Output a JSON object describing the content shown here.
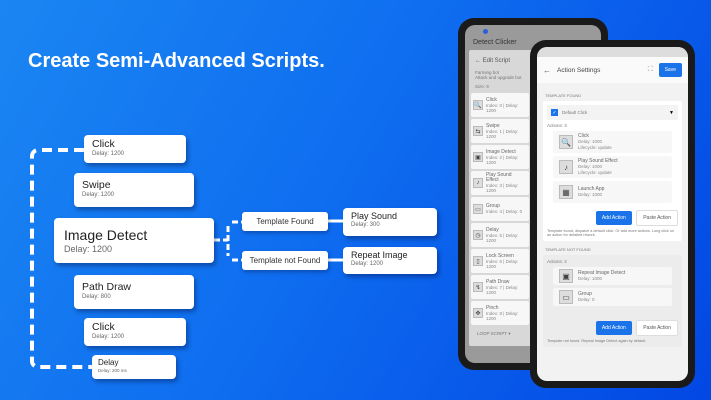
{
  "headline": "Create Semi-Advanced Scripts.",
  "flow": {
    "steps": [
      {
        "name": "Click",
        "delay": "Delay: 1200"
      },
      {
        "name": "Swipe",
        "delay": "Delay: 1200"
      },
      {
        "name": "Image Detect",
        "delay": "Delay: 1200"
      },
      {
        "name": "Path Draw",
        "delay": "Delay: 800"
      },
      {
        "name": "Click",
        "delay": "Delay: 1200"
      },
      {
        "name": "Delay",
        "delay": "Delay: 200 ms"
      }
    ],
    "branches": {
      "found": "Template Found",
      "not_found": "Template not Found"
    },
    "found_action": {
      "name": "Play Sound",
      "delay": "Delay: 300"
    },
    "not_found_action": {
      "name": "Repeat Image",
      "delay": "Delay: 1200"
    }
  },
  "back_phone": {
    "app_title": "Detect Clicker",
    "screen_title": "Edit Script",
    "script_name": "Farming bot",
    "script_desc": "Attack and upgrade bot",
    "size": "Size: 9",
    "items": [
      {
        "name": "Click",
        "meta": "Index: 0 | Delay: 1200",
        "icon": "🔍"
      },
      {
        "name": "Swipe",
        "meta": "Index: 1 | Delay: 1200",
        "icon": "⇆"
      },
      {
        "name": "Image Detect",
        "meta": "Index: 2 | Delay: 1200",
        "icon": "▣"
      },
      {
        "name": "Play Sound Effect",
        "meta": "Index: 3 | Delay: 1200",
        "icon": "♪"
      },
      {
        "name": "Group",
        "meta": "Index: 4 | Delay: 0",
        "icon": "▭"
      },
      {
        "name": "Delay",
        "meta": "Index: 5 | Delay: 1200",
        "icon": "◷"
      },
      {
        "name": "Lock Screen",
        "meta": "Index: 6 | Delay: 1200",
        "icon": "▯"
      },
      {
        "name": "Path Draw",
        "meta": "Index: 7 | Delay: 1200",
        "icon": "↯"
      },
      {
        "name": "Pinch",
        "meta": "Index: 8 | Delay: 1200",
        "icon": "✥"
      }
    ],
    "loop": "LOOP SCRIPT ▾"
  },
  "front_phone": {
    "title": "Action Settings",
    "save": "Save",
    "found_section": "TEMPLATE FOUND",
    "default_click": "Default Click",
    "found_actions_label": "Actions: 3",
    "found_actions": [
      {
        "name": "Click",
        "delay": "Delay: 1000",
        "extra": "Lifecycle: update",
        "icon": "🔍"
      },
      {
        "name": "Play Sound Effect",
        "delay": "Delay: 1000",
        "extra": "Lifecycle: update",
        "icon": "♪"
      },
      {
        "name": "Launch App",
        "delay": "Delay: 1000",
        "extra": "",
        "icon": "▦"
      }
    ],
    "add_action": "Add Action",
    "paste_action": "Paste Action",
    "found_note": "Template found, dispatch a default click. Or add more actions. Long click on an action for detailed rework.",
    "not_found_section": "TEMPLATE NOT FOUND",
    "not_found_actions_label": "Actions: 2",
    "not_found_actions": [
      {
        "name": "Repeat Image Detect",
        "delay": "Delay: 1000",
        "icon": "▣"
      },
      {
        "name": "Group",
        "delay": "Delay: 0",
        "icon": "▭"
      }
    ],
    "not_found_note": "Template not found. Repeat Image Detect again by default."
  }
}
